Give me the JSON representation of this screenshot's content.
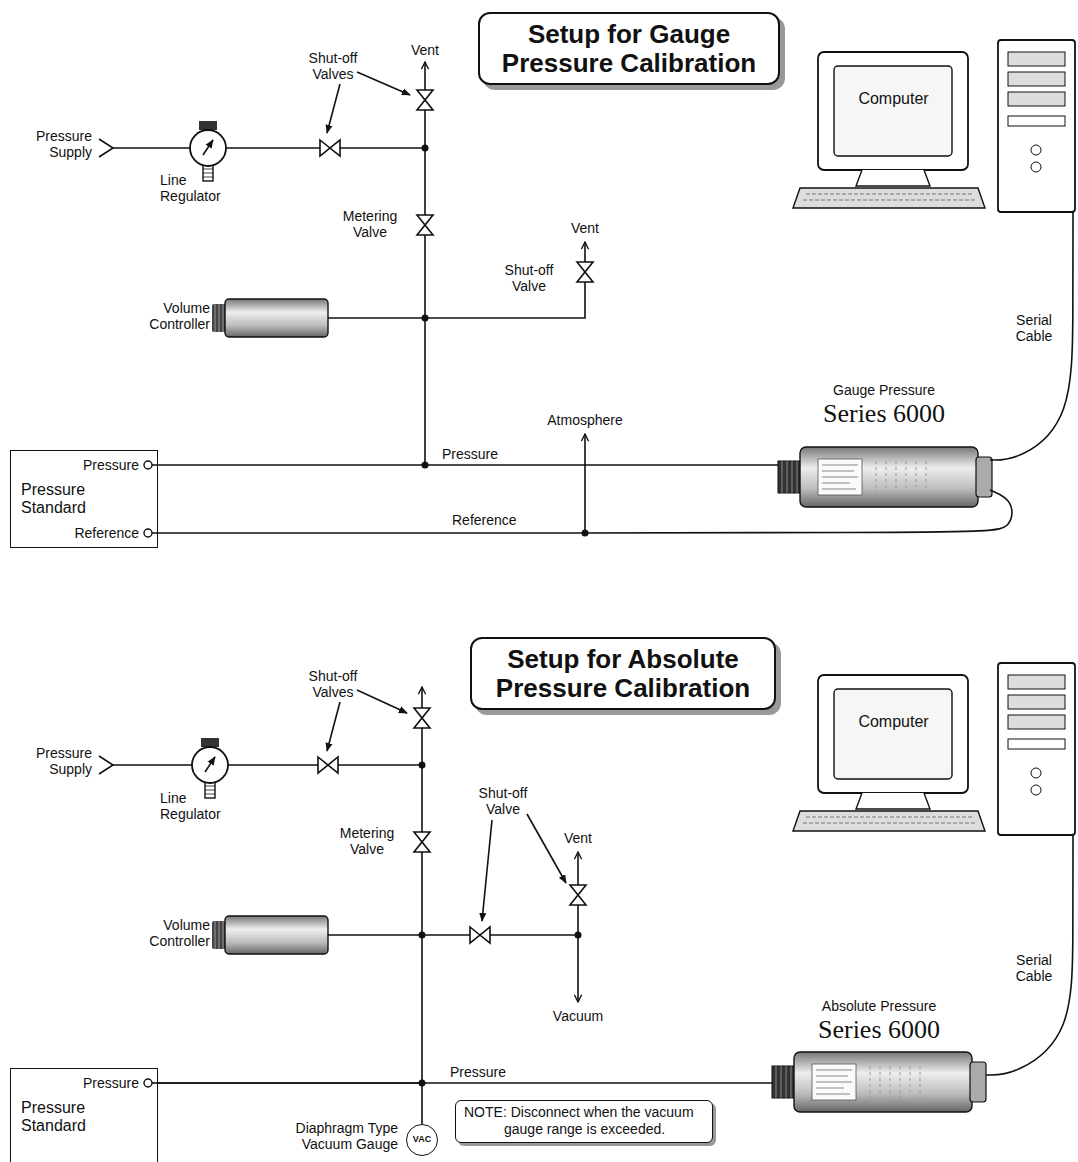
{
  "diagram": {
    "nodes": [
      {
        "text": [
          "Setup for Gauge Pressure Calibration"
        ]
      },
      {
        "text": [
          "Computer"
        ]
      },
      {
        "text": [
          "Pressure",
          "Pressure Standard",
          "Reference"
        ]
      },
      {
        "text": [
          "Gauge Pressure",
          "Series 6000"
        ]
      },
      {
        "text": [
          "Setup for Absolute Pressure Calibration"
        ]
      },
      {
        "text": [
          "Computer"
        ]
      },
      {
        "text": [
          "Pressure",
          "Pressure Standard"
        ]
      },
      {
        "text": [
          "VAC"
        ]
      },
      {
        "text": [
          "NOTE: Disconnect when the vacuum gauge range is exceeded."
        ]
      },
      {
        "text": [
          "Absolute Pressure",
          "Series 6000"
        ]
      }
    ],
    "edges": [
      {
        "from": 2,
        "to": 3,
        "label": "Pressure",
        "arrow": "none"
      },
      {
        "from": 2,
        "to": 3,
        "label": "Reference",
        "arrow": "none"
      },
      {
        "from": 1,
        "to": 3,
        "label": "Serial Cable",
        "arrow": "none"
      },
      {
        "from": 6,
        "to": 9,
        "label": "Pressure",
        "arrow": "none"
      },
      {
        "from": 6,
        "to": 7,
        "arrow": "none"
      },
      {
        "from": 5,
        "to": 9,
        "label": "Serial Cable",
        "arrow": "none"
      }
    ],
    "labels": [
      "Shut-off Valves",
      "Vent",
      "Pressure Supply",
      "Line Regulator",
      "Metering Valve",
      "Vent",
      "Shut-off Valve",
      "Volume Controller",
      "Atmosphere",
      "Shut-off Valves",
      "Pressure Supply",
      "Line Regulator",
      "Metering Valve",
      "Shut-off Valve",
      "Vent",
      "Volume Controller",
      "Vacuum",
      "Diaphragm Type Vacuum Gauge"
    ]
  }
}
